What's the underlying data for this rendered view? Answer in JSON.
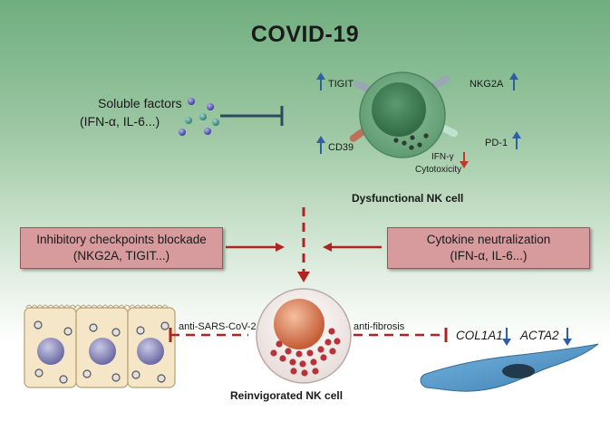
{
  "title": "COVID-19",
  "soluble_factors": {
    "line1": "Soluble factors",
    "line2": "(IFN-α, IL-6...)"
  },
  "dysfunctional_cell": {
    "label": "Dysfunctional NK cell",
    "markers": {
      "tigit": "TIGIT",
      "nkg2a": "NKG2A",
      "cd39": "CD39",
      "pd1": "PD-1",
      "ifn_gamma": "IFN-γ",
      "cytotoxicity": "Cytotoxicity"
    }
  },
  "interventions": {
    "blockade_line1": "Inhibitory checkpoints blockade",
    "blockade_line2": "(NKG2A, TIGIT...)",
    "neutralization_line1": "Cytokine neutralization",
    "neutralization_line2": "(IFN-α, IL-6...)"
  },
  "effects": {
    "anti_sars": "anti-SARS-CoV-2",
    "anti_fibrosis": "anti-fibrosis",
    "col1a1": "COL1A1",
    "acta2": "ACTA2"
  },
  "reinvigorated_cell": {
    "label": "Reinvigorated NK cell"
  },
  "colors": {
    "up_arrow": "#2f5da8",
    "down_arrow_blue": "#2f5da8",
    "down_arrow_red": "#c0392b",
    "inhibit_bar": "#2c4a5e",
    "red_arrow": "#b22222",
    "pink_box": "#d79a9d"
  }
}
